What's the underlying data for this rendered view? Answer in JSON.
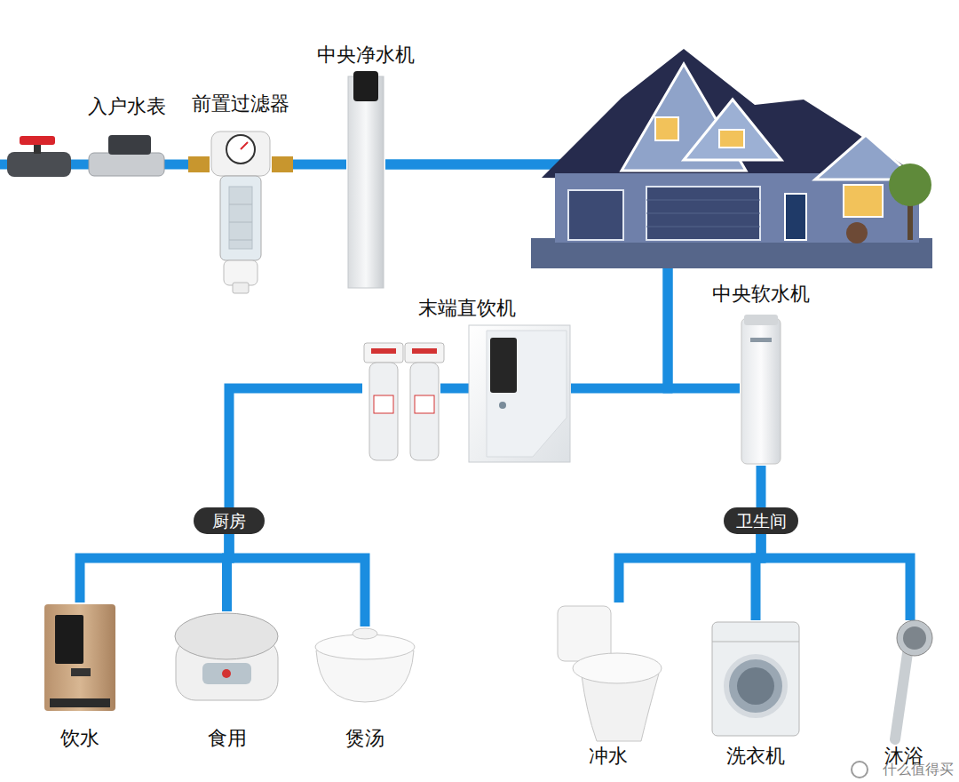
{
  "diagram": {
    "nodes": [
      {
        "text": [
          "入户水表"
        ]
      },
      {
        "text": [
          "前置过滤器"
        ]
      },
      {
        "text": [
          "中央净水机"
        ]
      },
      {
        "text": [
          "末端直饮机"
        ]
      },
      {
        "text": [
          "中央软水机"
        ]
      },
      {
        "text": [
          "厨房"
        ]
      },
      {
        "text": [
          "卫生间"
        ]
      },
      {
        "text": [
          "饮水"
        ]
      },
      {
        "text": [
          "食用"
        ]
      },
      {
        "text": [
          "煲汤"
        ]
      },
      {
        "text": [
          "冲水"
        ]
      },
      {
        "text": [
          "洗衣机"
        ]
      },
      {
        "text": [
          "沐浴"
        ]
      }
    ],
    "edges": [
      {
        "from": 0,
        "to": 1,
        "arrow": "none"
      },
      {
        "from": 1,
        "to": 2,
        "arrow": "none"
      },
      {
        "from": 2,
        "to": 3,
        "arrow": "none"
      },
      {
        "from": 2,
        "to": 4,
        "arrow": "none"
      },
      {
        "from": 3,
        "to": 5,
        "arrow": "none"
      },
      {
        "from": 4,
        "to": 6,
        "arrow": "none"
      },
      {
        "from": 5,
        "to": 7,
        "arrow": "none"
      },
      {
        "from": 5,
        "to": 8,
        "arrow": "none"
      },
      {
        "from": 5,
        "to": 9,
        "arrow": "none"
      },
      {
        "from": 6,
        "to": 10,
        "arrow": "none"
      },
      {
        "from": 6,
        "to": 11,
        "arrow": "none"
      },
      {
        "from": 6,
        "to": 12,
        "arrow": "none"
      }
    ],
    "labels": [
      "什么值得买"
    ]
  }
}
